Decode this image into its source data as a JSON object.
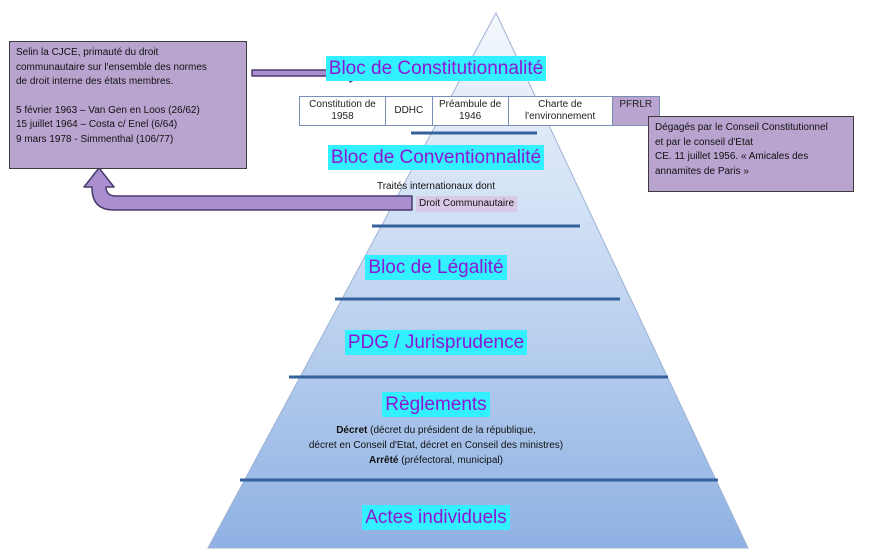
{
  "levels": {
    "constitutionnalite": "Bloc de Constitutionnalité",
    "conventionnalite": "Bloc de Conventionnalité",
    "legalite": "Bloc de Légalité",
    "pdg": "PDG / Jurisprudence",
    "reglements": "Règlements",
    "actes": "Actes individuels"
  },
  "constitution_block": {
    "items": [
      "Constitution de 1958",
      "DDHC",
      "Préambule de 1946",
      "Charte de l'environnement",
      "PFRLR"
    ]
  },
  "conventionnalite_detail": {
    "line1": "Traités internationaux dont",
    "line2": "Droit Communautaire"
  },
  "reglements_detail": {
    "decret_label": "Décret",
    "decret_text": " (décret du président de la république,",
    "decret_line2": "décret en Conseil d'Etat, décret en Conseil des ministres)",
    "arrete_label": "Arrêté",
    "arrete_text": " (préfectoral, municipal)"
  },
  "cjce_note": {
    "line1": "Selin la CJCE, primauté du droit",
    "line2": "communautaire sur l'ensemble des normes",
    "line3": "de droit interne des états membres.",
    "case1": "5 février 1963 – Van Gen en Loos (26/62)",
    "case2": "15 juillet 1964 – Costa c/ Enel (6/64)",
    "case3": "9 mars 1978 - Simmenthal (106/77)"
  },
  "pfrlr_note": {
    "line1": "Dégagés par le Conseil Constitutionnel",
    "line2": "et par le conseil d'Etat",
    "line3": "CE. 11 juillet 1956. «  Amicales des",
    "line4": "annamites de Paris »"
  },
  "colors": {
    "pyramid_top": "#f4f8fd",
    "pyramid_bottom": "#8fb1e3",
    "band_line": "#34619b",
    "highlight_bg": "#33f0ff",
    "highlight_text": "#8b18d6",
    "note_bg": "#b8a4cf",
    "arrow_fill": "#a98fd0",
    "arrow_stroke": "#4a3a6e"
  }
}
